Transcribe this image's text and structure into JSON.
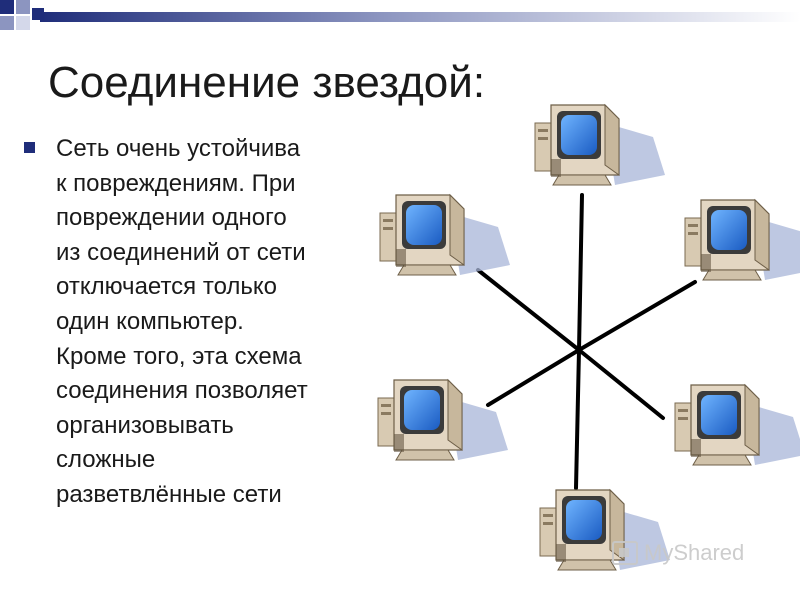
{
  "slide": {
    "title": "Соединение звездой:",
    "bullet_text": "Сеть очень устойчива\nк повреждениям. При\nповреждении одного\nиз соединений от сети\nотключается только\nодин компьютер.\nКроме того, эта схема\nсоединения позволяет\nорганизовывать\nсложные\nразветвлённые сети"
  },
  "diagram": {
    "computer_count": 6,
    "connection_style": "star",
    "colors": {
      "line": "#000000",
      "screen": "#2d7fd6",
      "case": "#e3d6c2",
      "shadow": "#a8b5d8"
    }
  },
  "watermark": {
    "text": "MyShared"
  },
  "decor": {
    "bar_colors": [
      "#1f2d7a",
      "#8c95c0",
      "#d4d8ea"
    ]
  }
}
